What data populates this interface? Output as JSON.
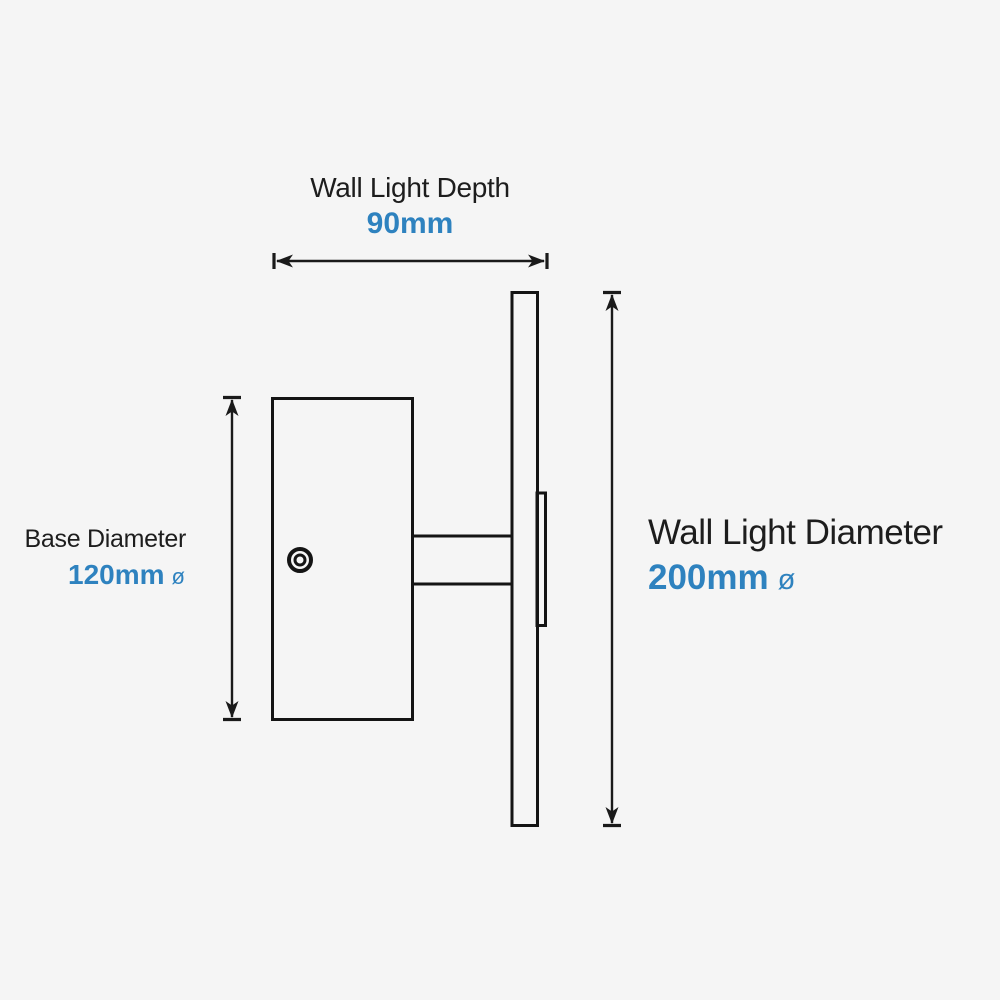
{
  "colors": {
    "background": "#f5f5f5",
    "line": "#141414",
    "label_text": "#1d1d1d",
    "value_text": "#2e82bf"
  },
  "dimensions": {
    "depth": {
      "label": "Wall Light Depth",
      "value": "90mm",
      "symbol": ""
    },
    "base_diameter": {
      "label": "Base Diameter",
      "value": "120mm",
      "symbol": "ø"
    },
    "wall_light_diameter": {
      "label": "Wall Light Diameter",
      "value": "200mm",
      "symbol": "ø"
    }
  }
}
